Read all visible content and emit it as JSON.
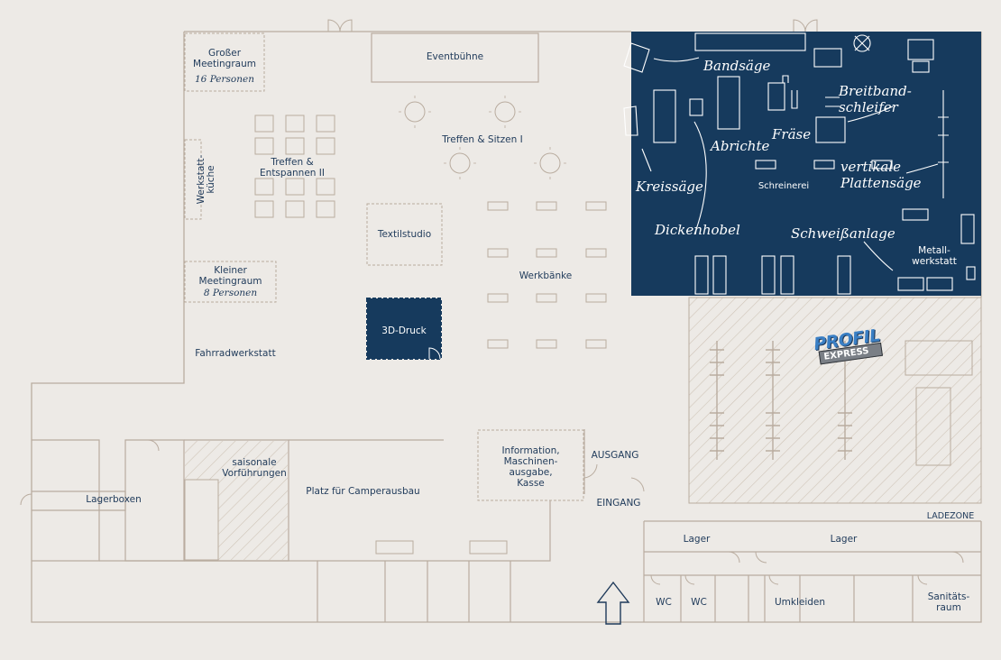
{
  "colors": {
    "background": "#edeae6",
    "line": "#b9ac9f",
    "navy": "#163a5d",
    "label": "#1f3a5a"
  },
  "rooms": {
    "meeting_large": {
      "name": "Großer\nMeetingraum",
      "capacity": "16 Personen"
    },
    "eventbuehne": "Eventbühne",
    "treffen_sitzen": "Treffen & Sitzen I",
    "treffen_entspannen": "Treffen &\nEntspannen II",
    "werkstattkueche": "Werkstatt-\nküche",
    "textilstudio": "Textilstudio",
    "werkbaenke": "Werkbänke",
    "meeting_small": {
      "name": "Kleiner\nMeetingraum",
      "capacity": "8 Personen"
    },
    "druck3d": "3D-Druck",
    "fahrradwerkstatt": "Fahrradwerkstatt",
    "lagerboxen": "Lagerboxen",
    "saisonale": "saisonale\nVorführungen",
    "camperausbau": "Platz für Camperausbau",
    "information": "Information,\nMaschinen-\nausgabe,\nKasse",
    "ausgang": "AUSGANG",
    "eingang": "EINGANG",
    "ladezone": "LADEZONE",
    "lager_1": "Lager",
    "lager_2": "Lager",
    "wc_1": "WC",
    "wc_2": "WC",
    "umkleiden": "Umkleiden",
    "sanitaetsraum": "Sanitäts-\nraum"
  },
  "workshop": {
    "bandsaege": "Bandsäge",
    "breitbandschleifer": "Breitband-\nschleifer",
    "fraese": "Fräse",
    "abrichte": "Abrichte",
    "kreissaege": "Kreissäge",
    "schreinerei": "Schreinerei",
    "vertikale_plattensaege": "vertikale\nPlattensäge",
    "dickenhobel": "Dickenhobel",
    "schweissanlage": "Schweißanlage",
    "metallwerkstatt": "Metall-\nwerkstatt"
  },
  "logo": {
    "line1": "PROFIL",
    "line2": "EXPRESS"
  },
  "icons": [
    "entrance-arrow-icon",
    "door-icon",
    "machine-icon"
  ]
}
